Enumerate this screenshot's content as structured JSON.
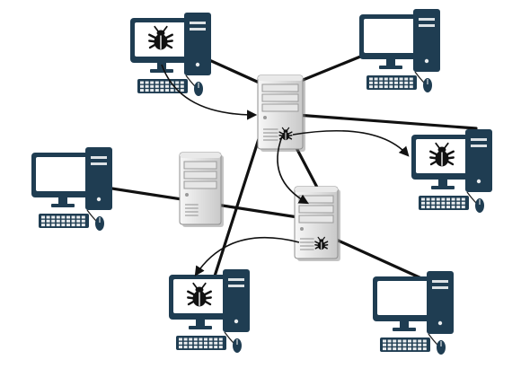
{
  "diagram": {
    "computer_color": "#1f3d52",
    "screen_color": "#ffffff",
    "server_light": "#f2f2f2",
    "server_mid": "#d4d4d4",
    "server_dark": "#a8a8a8",
    "link_color": "#111111",
    "bug_color": "#111111",
    "icons": [
      "desktop-computer-icon",
      "server-icon",
      "bug-icon",
      "keyboard-icon",
      "mouse-icon"
    ],
    "nodes": [
      {
        "name": "computer-top-left",
        "kind": "computer",
        "infected": true
      },
      {
        "name": "computer-top-right",
        "kind": "computer",
        "infected": false
      },
      {
        "name": "computer-left",
        "kind": "computer",
        "infected": false
      },
      {
        "name": "computer-right",
        "kind": "computer",
        "infected": true
      },
      {
        "name": "computer-bottom-left",
        "kind": "computer",
        "infected": true
      },
      {
        "name": "computer-bottom-right",
        "kind": "computer",
        "infected": false
      },
      {
        "name": "server-top",
        "kind": "server",
        "infected": true
      },
      {
        "name": "server-left",
        "kind": "server",
        "infected": false
      },
      {
        "name": "server-bottom",
        "kind": "server",
        "infected": true
      }
    ],
    "infection_paths": [
      {
        "from": "computer-top-left",
        "to": "server-top"
      },
      {
        "from": "server-top",
        "to": "computer-right"
      },
      {
        "from": "server-top",
        "to": "server-bottom"
      },
      {
        "from": "server-bottom",
        "to": "computer-bottom-left"
      }
    ]
  }
}
